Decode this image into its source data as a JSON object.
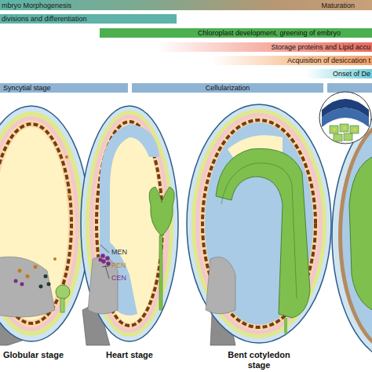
{
  "diagram": {
    "nodes": [
      {
        "text": [
          "mbryo Morphogenesis",
          "Maturation"
        ]
      },
      {
        "text": [
          "divisions and differentiation"
        ]
      },
      {
        "text": [
          "Chloroplast development, greening of embryo"
        ]
      },
      {
        "text": [
          "Storage proteins and Lipid accu"
        ]
      },
      {
        "text": [
          "Acquisition of desiccation t"
        ]
      },
      {
        "text": [
          "Onset of De"
        ]
      },
      {
        "text": [
          "Syncytial stage"
        ]
      },
      {
        "text": [
          "Cellularization"
        ]
      }
    ],
    "labels": [
      "MEN",
      "PEN",
      "CEN",
      "Globular stage",
      "Heart stage",
      "Bent cotyledon stage"
    ]
  }
}
